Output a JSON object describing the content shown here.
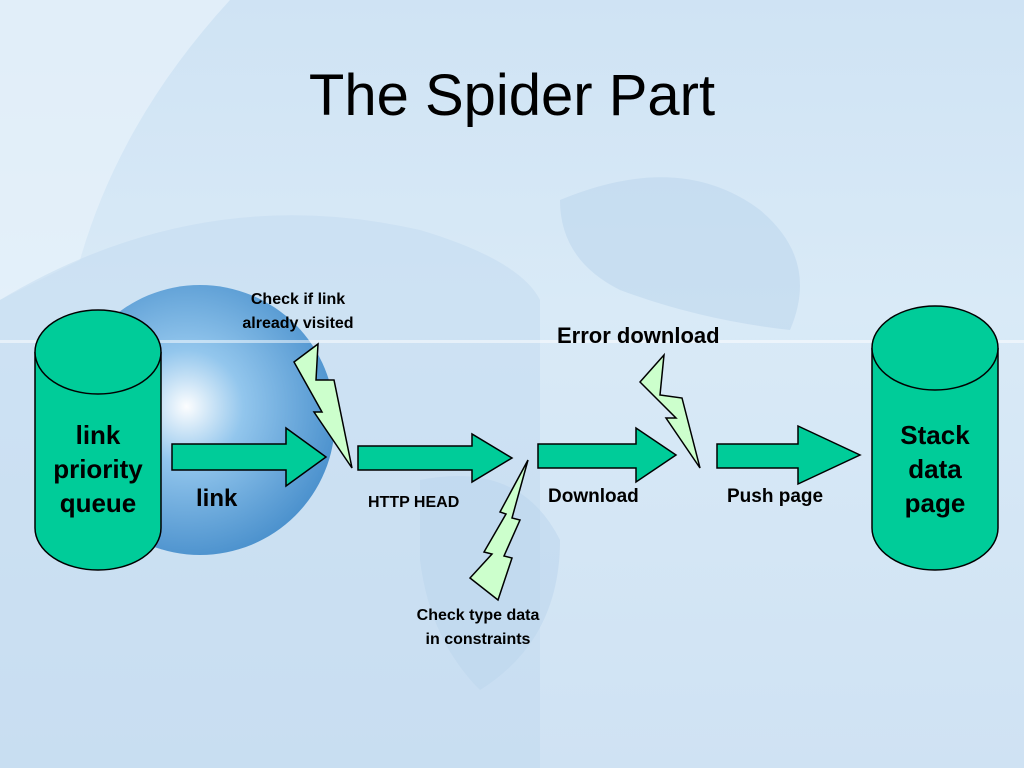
{
  "slide": {
    "title": "The Spider Part"
  },
  "nodes": {
    "queue": {
      "line1": "link",
      "line2": "priority",
      "line3": "queue"
    },
    "stack": {
      "line1": "Stack",
      "line2": "data",
      "line3": "page"
    }
  },
  "arrows": {
    "link": "link",
    "http_head": "HTTP HEAD",
    "download": "Download",
    "push_page": "Push page"
  },
  "checks": {
    "visited_line1": "Check if link",
    "visited_line2": "already visited",
    "error": "Error download",
    "type_line1": "Check type data",
    "type_line2": "in constraints"
  },
  "colors": {
    "shape_fill": "#00cc99",
    "bolt_fill": "#ccffcc",
    "outline": "#000000"
  }
}
